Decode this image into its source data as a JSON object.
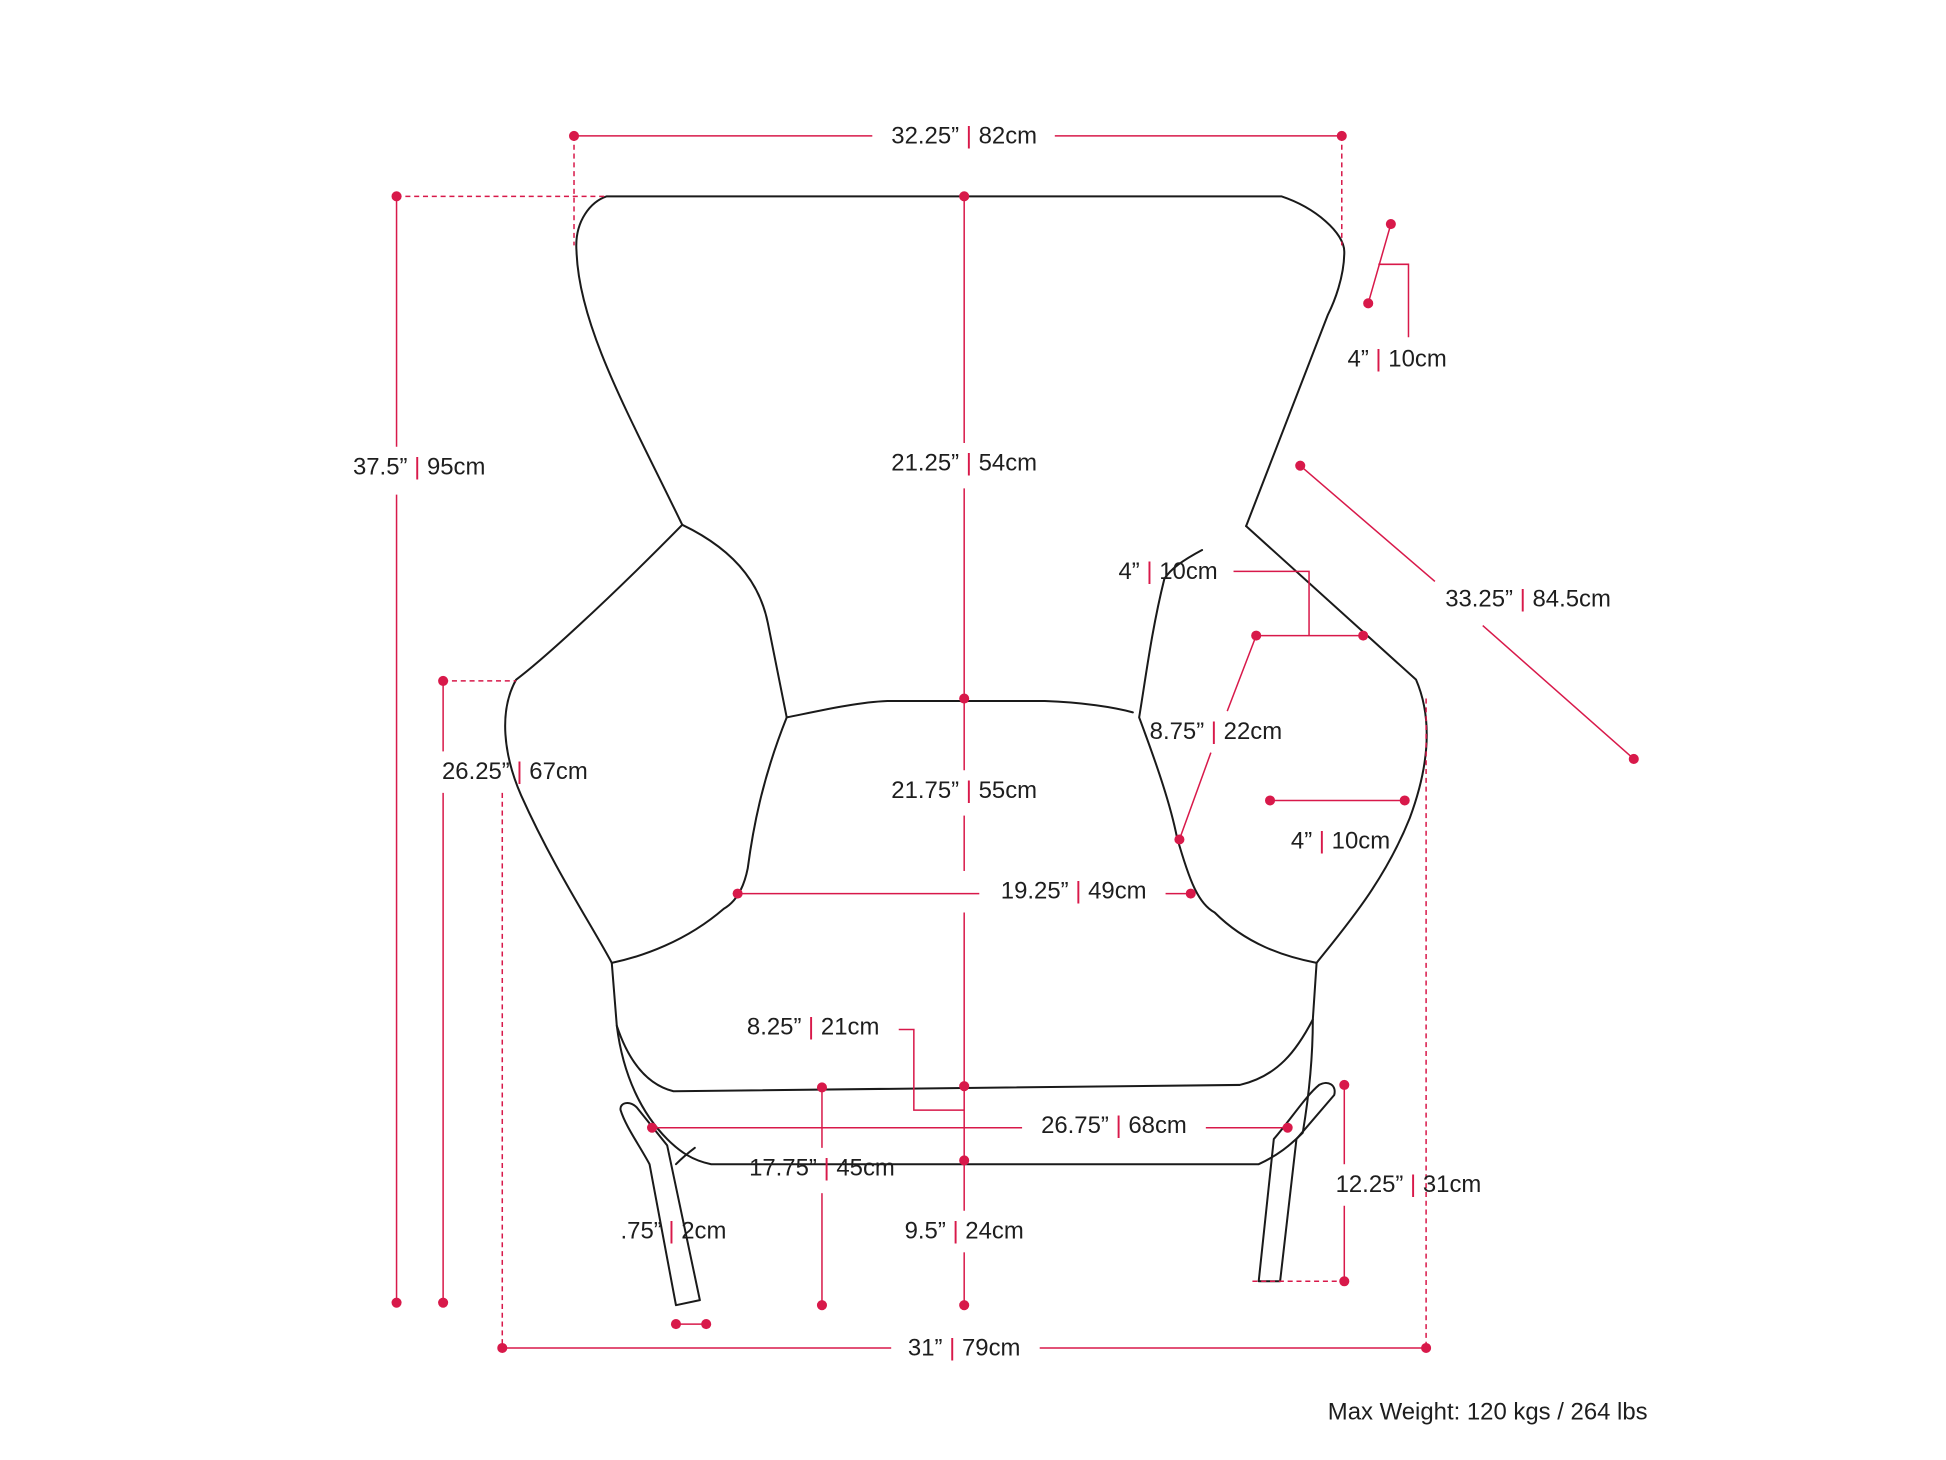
{
  "colors": {
    "dimension": "#d8194a",
    "outline": "#1a1a1a"
  },
  "dimensions": {
    "overall_width": {
      "in": "32.25”",
      "cm": "82cm"
    },
    "overall_height": {
      "in": "37.5”",
      "cm": "95cm"
    },
    "back_height": {
      "in": "21.25”",
      "cm": "54cm"
    },
    "wing_depth": {
      "in": "4”",
      "cm": "10cm"
    },
    "back_diagonal": {
      "in": "33.25”",
      "cm": "84.5cm"
    },
    "arm_top": {
      "in": "4”",
      "cm": "10cm"
    },
    "arm_height_total": {
      "in": "26.25”",
      "cm": "67cm"
    },
    "arm_depth": {
      "in": "8.75”",
      "cm": "22cm"
    },
    "seat_to_back": {
      "in": "21.75”",
      "cm": "55cm"
    },
    "arm_width": {
      "in": "4”",
      "cm": "10cm"
    },
    "seat_width": {
      "in": "19.25”",
      "cm": "49cm"
    },
    "cushion": {
      "in": "8.25”",
      "cm": "21cm"
    },
    "leg_span": {
      "in": "26.75”",
      "cm": "68cm"
    },
    "seat_height": {
      "in": "17.75”",
      "cm": "45cm"
    },
    "leg_height": {
      "in": "12.25”",
      "cm": "31cm"
    },
    "leg_width": {
      "in": ".75”",
      "cm": "2cm"
    },
    "clearance": {
      "in": "9.5”",
      "cm": "24cm"
    },
    "overall_depth": {
      "in": "31”",
      "cm": "79cm"
    }
  },
  "footer": {
    "max_weight": "Max Weight: 120 kgs / 264 lbs"
  }
}
